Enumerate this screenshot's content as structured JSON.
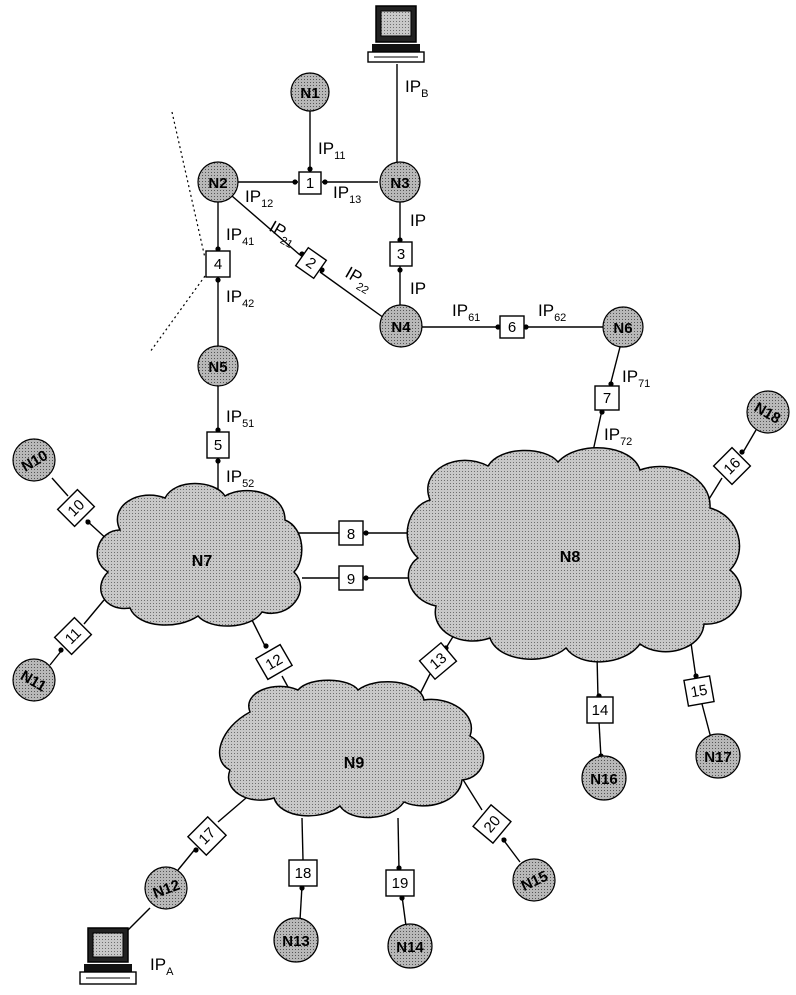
{
  "nodes": {
    "n1": "N1",
    "n2": "N2",
    "n3": "N3",
    "n4": "N4",
    "n5": "N5",
    "n6": "N6",
    "n7": "N7",
    "n8": "N8",
    "n9": "N9",
    "n10": "N10",
    "n11": "N11",
    "n12": "N12",
    "n13": "N13",
    "n14": "N14",
    "n15": "N15",
    "n16": "N16",
    "n17": "N17",
    "n18": "N18"
  },
  "routers": {
    "r1": "1",
    "r2": "2",
    "r3": "3",
    "r4": "4",
    "r5": "5",
    "r6": "6",
    "r7": "7",
    "r8": "8",
    "r9": "9",
    "r10": "10",
    "r11": "11",
    "r12": "12",
    "r13": "13",
    "r14": "14",
    "r15": "15",
    "r16": "16",
    "r17": "17",
    "r18": "18",
    "r19": "19",
    "r20": "20"
  },
  "ip_labels": {
    "ip11": {
      "base": "IP",
      "sub": "11"
    },
    "ip12": {
      "base": "IP",
      "sub": "12"
    },
    "ip13": {
      "base": "IP",
      "sub": "13"
    },
    "ip21": {
      "base": "IP",
      "sub": "21"
    },
    "ip22": {
      "base": "IP",
      "sub": "22"
    },
    "ip_n3_top": {
      "base": "IP",
      "sub": ""
    },
    "ip_n4_top": {
      "base": "IP",
      "sub": ""
    },
    "ip41": {
      "base": "IP",
      "sub": "41"
    },
    "ip42": {
      "base": "IP",
      "sub": "42"
    },
    "ip51": {
      "base": "IP",
      "sub": "51"
    },
    "ip52": {
      "base": "IP",
      "sub": "52"
    },
    "ip61": {
      "base": "IP",
      "sub": "61"
    },
    "ip62": {
      "base": "IP",
      "sub": "62"
    },
    "ip71": {
      "base": "IP",
      "sub": "71"
    },
    "ip72": {
      "base": "IP",
      "sub": "72"
    },
    "ipb": {
      "base": "IP",
      "sub": "B"
    },
    "ipa": {
      "base": "IP",
      "sub": "A"
    }
  },
  "colors": {
    "node_fill": "#a9a9a9",
    "cloud_fill": "#bdbdbd",
    "box_fill": "#ffffff"
  }
}
